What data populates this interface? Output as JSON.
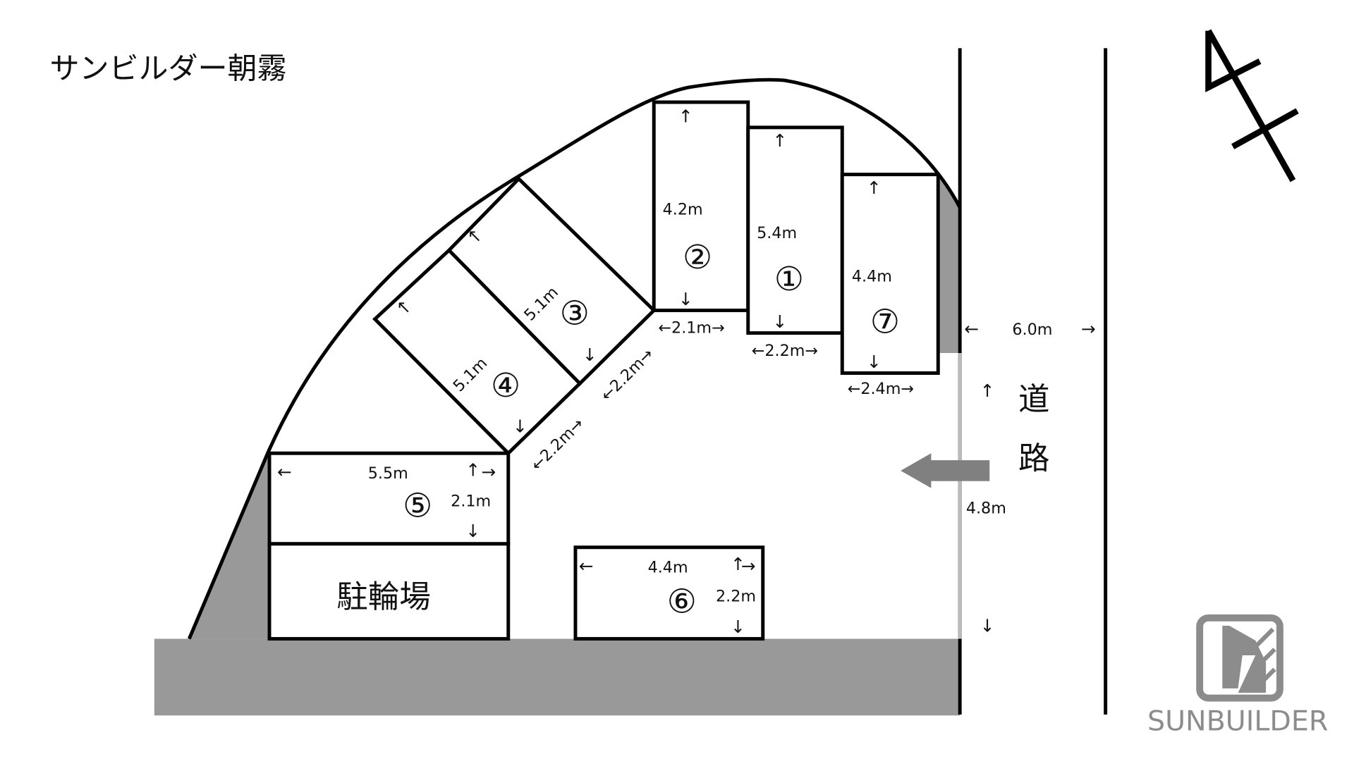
{
  "title": "サンビルダー朝霧",
  "spots": [
    {
      "id": "1",
      "label": "①",
      "length": "5.4m",
      "width": "←2.2m→"
    },
    {
      "id": "2",
      "label": "②",
      "length": "4.2m",
      "width": "←2.1m→"
    },
    {
      "id": "3",
      "label": "③",
      "length": "5.1m",
      "width": "←2.2m→"
    },
    {
      "id": "4",
      "label": "④",
      "length": "5.1m",
      "width": "←2.2m→"
    },
    {
      "id": "5",
      "label": "⑤",
      "length": "5.5m",
      "width": "2.1m"
    },
    {
      "id": "6",
      "label": "⑥",
      "length": "4.4m",
      "width": "2.2m"
    },
    {
      "id": "7",
      "label": "⑦",
      "length": "4.4m",
      "width": "←2.4m→"
    }
  ],
  "bike_parking": "駐輪場",
  "road": {
    "label_1": "道",
    "label_2": "路",
    "width": "6.0m",
    "entrance_width": "4.8m"
  },
  "arrows": {
    "up": "↑",
    "down": "↓",
    "left": "←",
    "right": "→"
  },
  "logo": {
    "text": "SUNBUILDER"
  },
  "colors": {
    "fill_gray": "#999999",
    "arrow_gray": "#808080",
    "logo_gray": "#8c8c8c"
  }
}
